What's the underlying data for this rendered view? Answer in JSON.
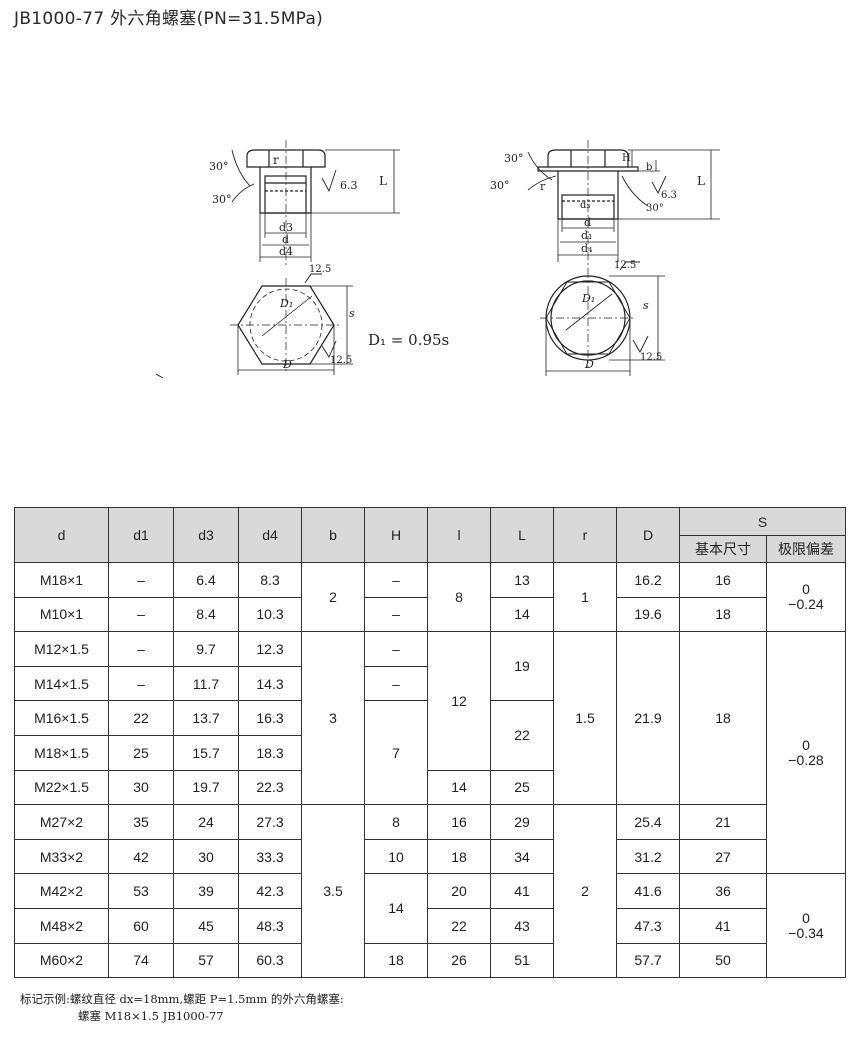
{
  "title": "JB1000-77  外六角螺塞(PN=31.5MPa)",
  "figure": {
    "formula": "D₁ = 0.95s",
    "left_view": {
      "angle_top": "30°",
      "angle_bottom": "30°",
      "r": "r",
      "rough": "6.3",
      "L": "L",
      "d3": "d3",
      "d": "d",
      "d4": "d4",
      "rough_top": "12.5",
      "rough_bottom": "12.5",
      "D1": "D₁",
      "s": "s",
      "D": "D"
    },
    "right_view": {
      "angle_top": "30°",
      "angle_mid": "30°",
      "angle_right": "30°",
      "H": "H",
      "b": "b",
      "r": "r",
      "rough": "6.3",
      "L": "L",
      "d3": "d₃",
      "d": "d",
      "d1": "d₁",
      "d4": "d₄",
      "rough_top": "12.5",
      "rough_bottom": "12.5",
      "D1": "D₁",
      "s": "s",
      "D": "D"
    }
  },
  "table": {
    "headers": [
      "d",
      "d1",
      "d3",
      "d4",
      "b",
      "H",
      "l",
      "L",
      "r",
      "D",
      "S"
    ],
    "s_sub": [
      "基本尺寸",
      "极限偏差"
    ],
    "d": [
      "M18×1",
      "M10×1",
      "M12×1.5",
      "M14×1.5",
      "M16×1.5",
      "M18×1.5",
      "M22×1.5",
      "M27×2",
      "M33×2",
      "M42×2",
      "M48×2",
      "M60×2"
    ],
    "d1": [
      "–",
      "–",
      "–",
      "–",
      "22",
      "25",
      "30",
      "35",
      "42",
      "53",
      "60",
      "74"
    ],
    "d3": [
      "6.4",
      "8.4",
      "9.7",
      "11.7",
      "13.7",
      "15.7",
      "19.7",
      "24",
      "30",
      "39",
      "45",
      "57"
    ],
    "d4": [
      "8.3",
      "10.3",
      "12.3",
      "14.3",
      "16.3",
      "18.3",
      "22.3",
      "27.3",
      "33.3",
      "42.3",
      "48.3",
      "60.3"
    ],
    "b": [
      "2",
      "3",
      "3.5"
    ],
    "H": [
      "–",
      "–",
      "–",
      "–",
      "7",
      "8",
      "10",
      "14",
      "18"
    ],
    "l": [
      "8",
      "12",
      "14",
      "16",
      "18",
      "20",
      "22",
      "26"
    ],
    "L": [
      "13",
      "14",
      "19",
      "22",
      "25",
      "29",
      "34",
      "41",
      "43",
      "51"
    ],
    "r": [
      "1",
      "1.5",
      "2"
    ],
    "D": [
      "16.2",
      "19.6",
      "21.9",
      "25.4",
      "31.2",
      "41.6",
      "47.3",
      "57.7"
    ],
    "S_basic": [
      "16",
      "18",
      "18",
      "21",
      "27",
      "36",
      "41",
      "50"
    ],
    "S_dev": [
      {
        "upper": "0",
        "lower": "−0.24"
      },
      {
        "upper": "0",
        "lower": "−0.28"
      },
      {
        "upper": "0",
        "lower": "−0.34"
      }
    ]
  },
  "note": {
    "line1": "标记示例:螺纹直径 dx=18mm,螺距 P=1.5mm 的外六角螺塞:",
    "line2": "螺塞 M18×1.5   JB1000-77"
  }
}
